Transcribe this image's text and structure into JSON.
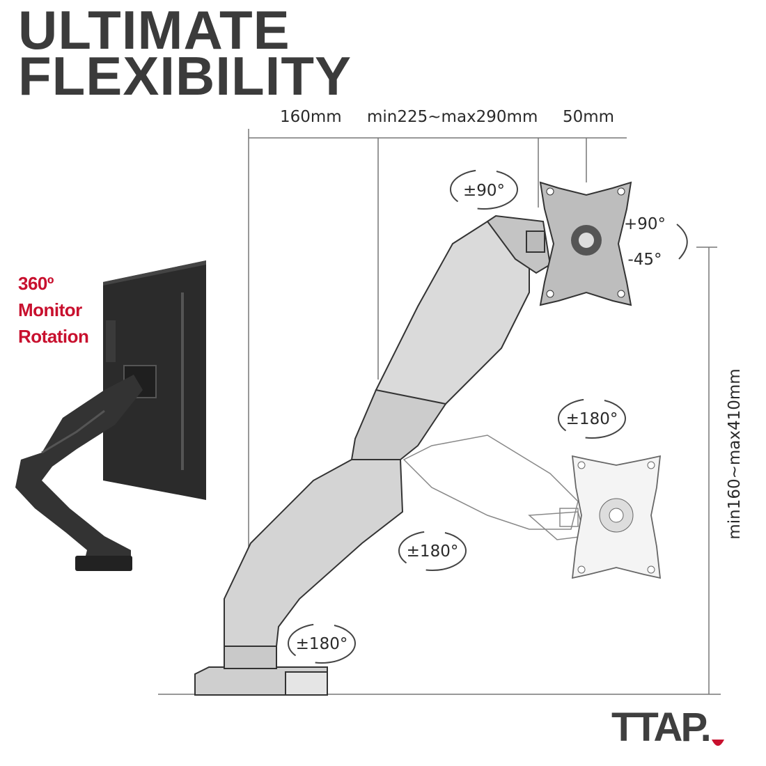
{
  "title": {
    "line1": "ULTIMATE",
    "line2": "FLEXIBILITY"
  },
  "feature": {
    "line1": "360º",
    "line2": "Monitor",
    "line3": "Rotation"
  },
  "dimensions": {
    "arm_offset": "160mm",
    "arm_reach": "min225~max290mm",
    "plate_offset": "50mm",
    "height": "min160~max410mm"
  },
  "angles": {
    "head_swivel": "±90°",
    "tilt_up": "+90°",
    "tilt_down": "-45°",
    "upper_joint": "±180°",
    "middle_joint": "±180°",
    "base_joint": "±180°"
  },
  "brand": {
    "logo": "TTAP."
  },
  "colors": {
    "title": "#3b3b3b",
    "accent": "#c8102e",
    "line": "#555555"
  }
}
